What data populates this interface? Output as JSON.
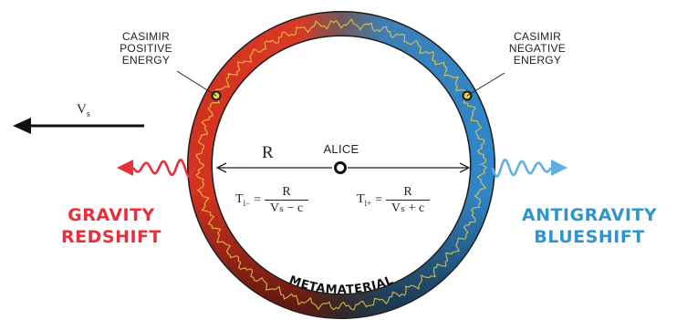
{
  "labels": {
    "casimir_positive": [
      "CASIMIR",
      "POSITIVE",
      "ENERGY"
    ],
    "casimir_negative": [
      "CASIMIR",
      "NEGATIVE",
      "ENERGY"
    ],
    "velocity": "V",
    "velocity_sub": "s",
    "radius": "R",
    "center": "ALICE",
    "gravity": [
      "GRAVITY",
      "REDSHIFT"
    ],
    "antigravity": [
      "ANTIGRAVITY",
      "BLUESHIFT"
    ],
    "ring_material": "METAMATERIAL"
  },
  "formulas": {
    "left": {
      "lhs": "T",
      "lhs_sub": "l−",
      "eq": "=",
      "numerator": "R",
      "denominator": "Vₛ − c"
    },
    "right": {
      "lhs": "T",
      "lhs_sub": "l+",
      "eq": "=",
      "numerator": "R",
      "denominator": "Vₛ + c"
    }
  },
  "colors": {
    "gravity": "#e8303a",
    "antigravity": "#2f95cf",
    "ring_red": "#d83a26",
    "ring_blue": "#2f86c8",
    "ring_dark": "#3a3a3a",
    "squiggle": "#f2d049"
  }
}
